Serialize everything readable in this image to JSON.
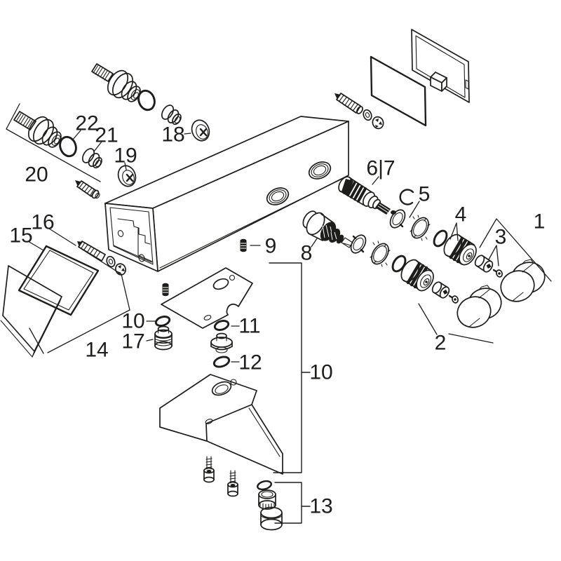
{
  "meta": {
    "title": "Exploded spare-parts diagram - thermostatic bath mixer",
    "diagram_type": "exploded-parts-diagram",
    "canvas": "800x800"
  },
  "colors": {
    "line": "#1d1d1b",
    "background": "#ffffff"
  },
  "labels": {
    "n1": {
      "text": "1"
    },
    "n2": {
      "text": "2"
    },
    "n3": {
      "text": "3"
    },
    "n4": {
      "text": "4"
    },
    "n5": {
      "text": "5"
    },
    "n6_7": {
      "text": "6|7"
    },
    "n8": {
      "text": "8"
    },
    "n9": {
      "text": "9"
    },
    "n10_oring": {
      "text": "10"
    },
    "n10_assembly": {
      "text": "10"
    },
    "n11": {
      "text": "11"
    },
    "n12": {
      "text": "12"
    },
    "n13": {
      "text": "13"
    },
    "n14": {
      "text": "14"
    },
    "n15": {
      "text": "15"
    },
    "n16": {
      "text": "16"
    },
    "n17": {
      "text": "17"
    },
    "n18": {
      "text": "18"
    },
    "n19": {
      "text": "19"
    },
    "n20": {
      "text": "20"
    },
    "n21": {
      "text": "21"
    },
    "n22": {
      "text": "22"
    }
  }
}
